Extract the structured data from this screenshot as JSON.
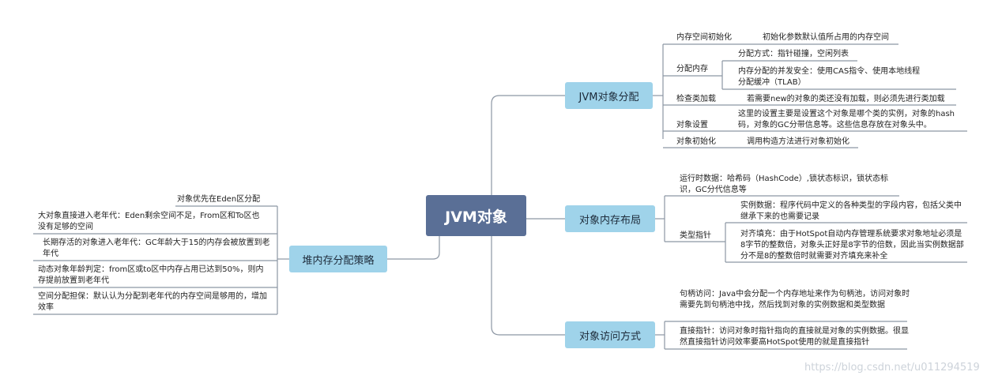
{
  "center": "JVM对象",
  "branches": {
    "alloc": {
      "label": "JVM对象分配",
      "items": {
        "init_mem": {
          "label": "内存空间初始化",
          "detail": "初始化参数默认值所占用的内存空间"
        },
        "alloc_mem": {
          "label": "分配内存",
          "d1": "分配方式：指针碰撞，空闲列表",
          "d2": "内存分配的并发安全：使用CAS指令、使用本地线程分配缓冲（TLAB）"
        },
        "class_load": {
          "label": "检查类加载",
          "detail": "若需要new的对象的类还没有加载，则必须先进行类加载"
        },
        "obj_setup": {
          "label": "对象设置",
          "detail": "这里的设置主要是设置这个对象是哪个类的实例，对象的hash码，对象的GC分带信息等。这些信息存放在对象头中。"
        },
        "obj_init": {
          "label": "对象初始化",
          "detail": "调用构造方法进行对象初始化"
        }
      }
    },
    "layout": {
      "label": "对象内存布局",
      "runtime": "运行时数据：哈希码（HashCode）,锁状态标识，锁状态标识，GC分代信息等",
      "type_ptr": {
        "label": "类型指针",
        "d1": "实例数据：程序代码中定义的各种类型的字段内容，包括父类中继承下来的也需要记录",
        "d2": "对齐填充：由于HotSpot自动内存管理系统要求对象地址必须是8字节的整数倍，对象头正好是8字节的倍数，因此当实例数据部分不是8的整数倍时就需要对齐填充来补全"
      }
    },
    "access": {
      "label": "对象访问方式",
      "handle": "句柄访问：Java中会分配一个内存地址来作为句柄池，访问对象时需要先到句柄池中找，然后找到对象的实例数据和类型数据",
      "direct": "直接指针：访问对象时指针指向的直接就是对象的实例数据。很显然直接指针访问效率要高HotSpot使用的就是直接指针"
    },
    "heap": {
      "label": "堆内存分配策略",
      "items": [
        "对象优先在Eden区分配",
        "大对象直接进入老年代：Eden剩余空间不足，From区和To区也没有足够的空间",
        "长期存活的对象进入老年代：GC年龄大于15的内存会被放置到老年代",
        "动态对象年龄判定：from区或to区中内存占用已达到50%，则内存提前放置到老年代",
        "空间分配担保：默认认为分配到老年代的内存空间是够用的，增加效率"
      ]
    }
  },
  "watermark": "https://blog.csdn.net/u011294519",
  "colors": {
    "center": "#5a6f96",
    "branch": "#9fd3ea",
    "line": "#8c96a3"
  }
}
